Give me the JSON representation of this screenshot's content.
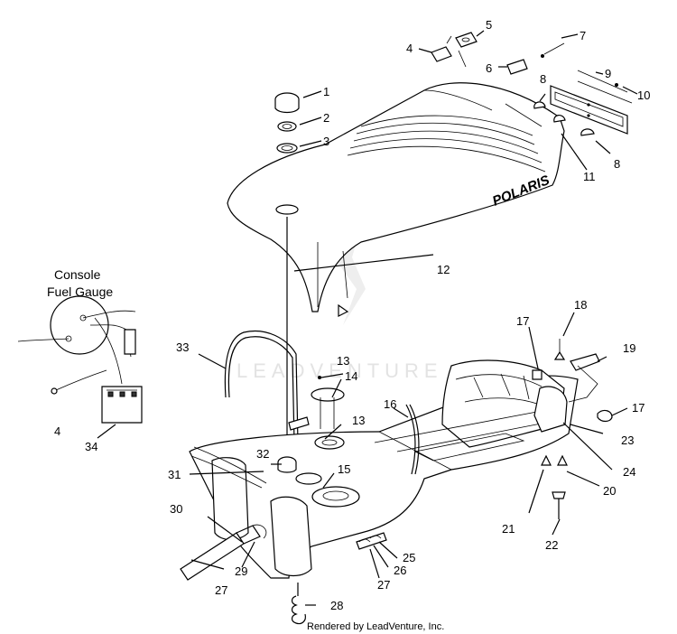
{
  "callouts": [
    {
      "id": "c1",
      "text": "1"
    },
    {
      "id": "c2",
      "text": "2"
    },
    {
      "id": "c3",
      "text": "3"
    },
    {
      "id": "c4a",
      "text": "4"
    },
    {
      "id": "c5",
      "text": "5"
    },
    {
      "id": "c6",
      "text": "6"
    },
    {
      "id": "c7",
      "text": "7"
    },
    {
      "id": "c8a",
      "text": "8"
    },
    {
      "id": "c8b",
      "text": "8"
    },
    {
      "id": "c9",
      "text": "9"
    },
    {
      "id": "c10",
      "text": "10"
    },
    {
      "id": "c11",
      "text": "11"
    },
    {
      "id": "c12",
      "text": "12"
    },
    {
      "id": "c13a",
      "text": "13"
    },
    {
      "id": "c13b",
      "text": "13"
    },
    {
      "id": "c14",
      "text": "14"
    },
    {
      "id": "c15",
      "text": "15"
    },
    {
      "id": "c16",
      "text": "16"
    },
    {
      "id": "c17a",
      "text": "17"
    },
    {
      "id": "c17b",
      "text": "17"
    },
    {
      "id": "c18",
      "text": "18"
    },
    {
      "id": "c19",
      "text": "19"
    },
    {
      "id": "c20",
      "text": "20"
    },
    {
      "id": "c21",
      "text": "21"
    },
    {
      "id": "c22",
      "text": "22"
    },
    {
      "id": "c23",
      "text": "23"
    },
    {
      "id": "c24",
      "text": "24"
    },
    {
      "id": "c25",
      "text": "25"
    },
    {
      "id": "c26",
      "text": "26"
    },
    {
      "id": "c27a",
      "text": "27"
    },
    {
      "id": "c27b",
      "text": "27"
    },
    {
      "id": "c28",
      "text": "28"
    },
    {
      "id": "c29",
      "text": "29"
    },
    {
      "id": "c30",
      "text": "30"
    },
    {
      "id": "c31",
      "text": "31"
    },
    {
      "id": "c32",
      "text": "32"
    },
    {
      "id": "c33",
      "text": "33"
    },
    {
      "id": "c34",
      "text": "34"
    },
    {
      "id": "c4b",
      "text": "4"
    }
  ],
  "labels": {
    "gauge_line1": "Console",
    "gauge_line2": "Fuel Gauge",
    "seat_brand": "POLARIS",
    "watermark": "LEADVENTURE",
    "footer": "Rendered by LeadVenture, Inc."
  }
}
